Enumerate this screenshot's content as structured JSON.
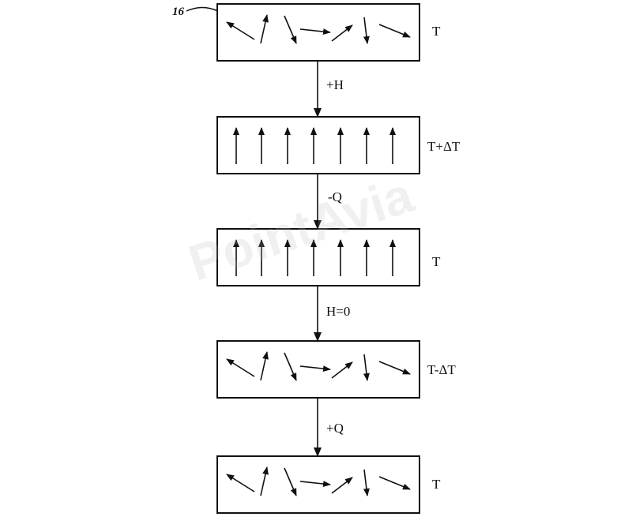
{
  "reference_numeral": "16",
  "watermark": "PointAvia",
  "colors": {
    "line": "#111111",
    "background": "#ffffff",
    "watermark": "#b9b9b9"
  },
  "stages": [
    {
      "state_label": "T",
      "spins": "random"
    },
    {
      "state_label": "T+ΔT",
      "spins": "aligned"
    },
    {
      "state_label": "T",
      "spins": "aligned"
    },
    {
      "state_label": "T-ΔT",
      "spins": "random"
    },
    {
      "state_label": "T",
      "spins": "random"
    }
  ],
  "transitions": [
    {
      "label": "+H"
    },
    {
      "label": "-Q"
    },
    {
      "label": "H=0"
    },
    {
      "label": "+Q"
    }
  ]
}
